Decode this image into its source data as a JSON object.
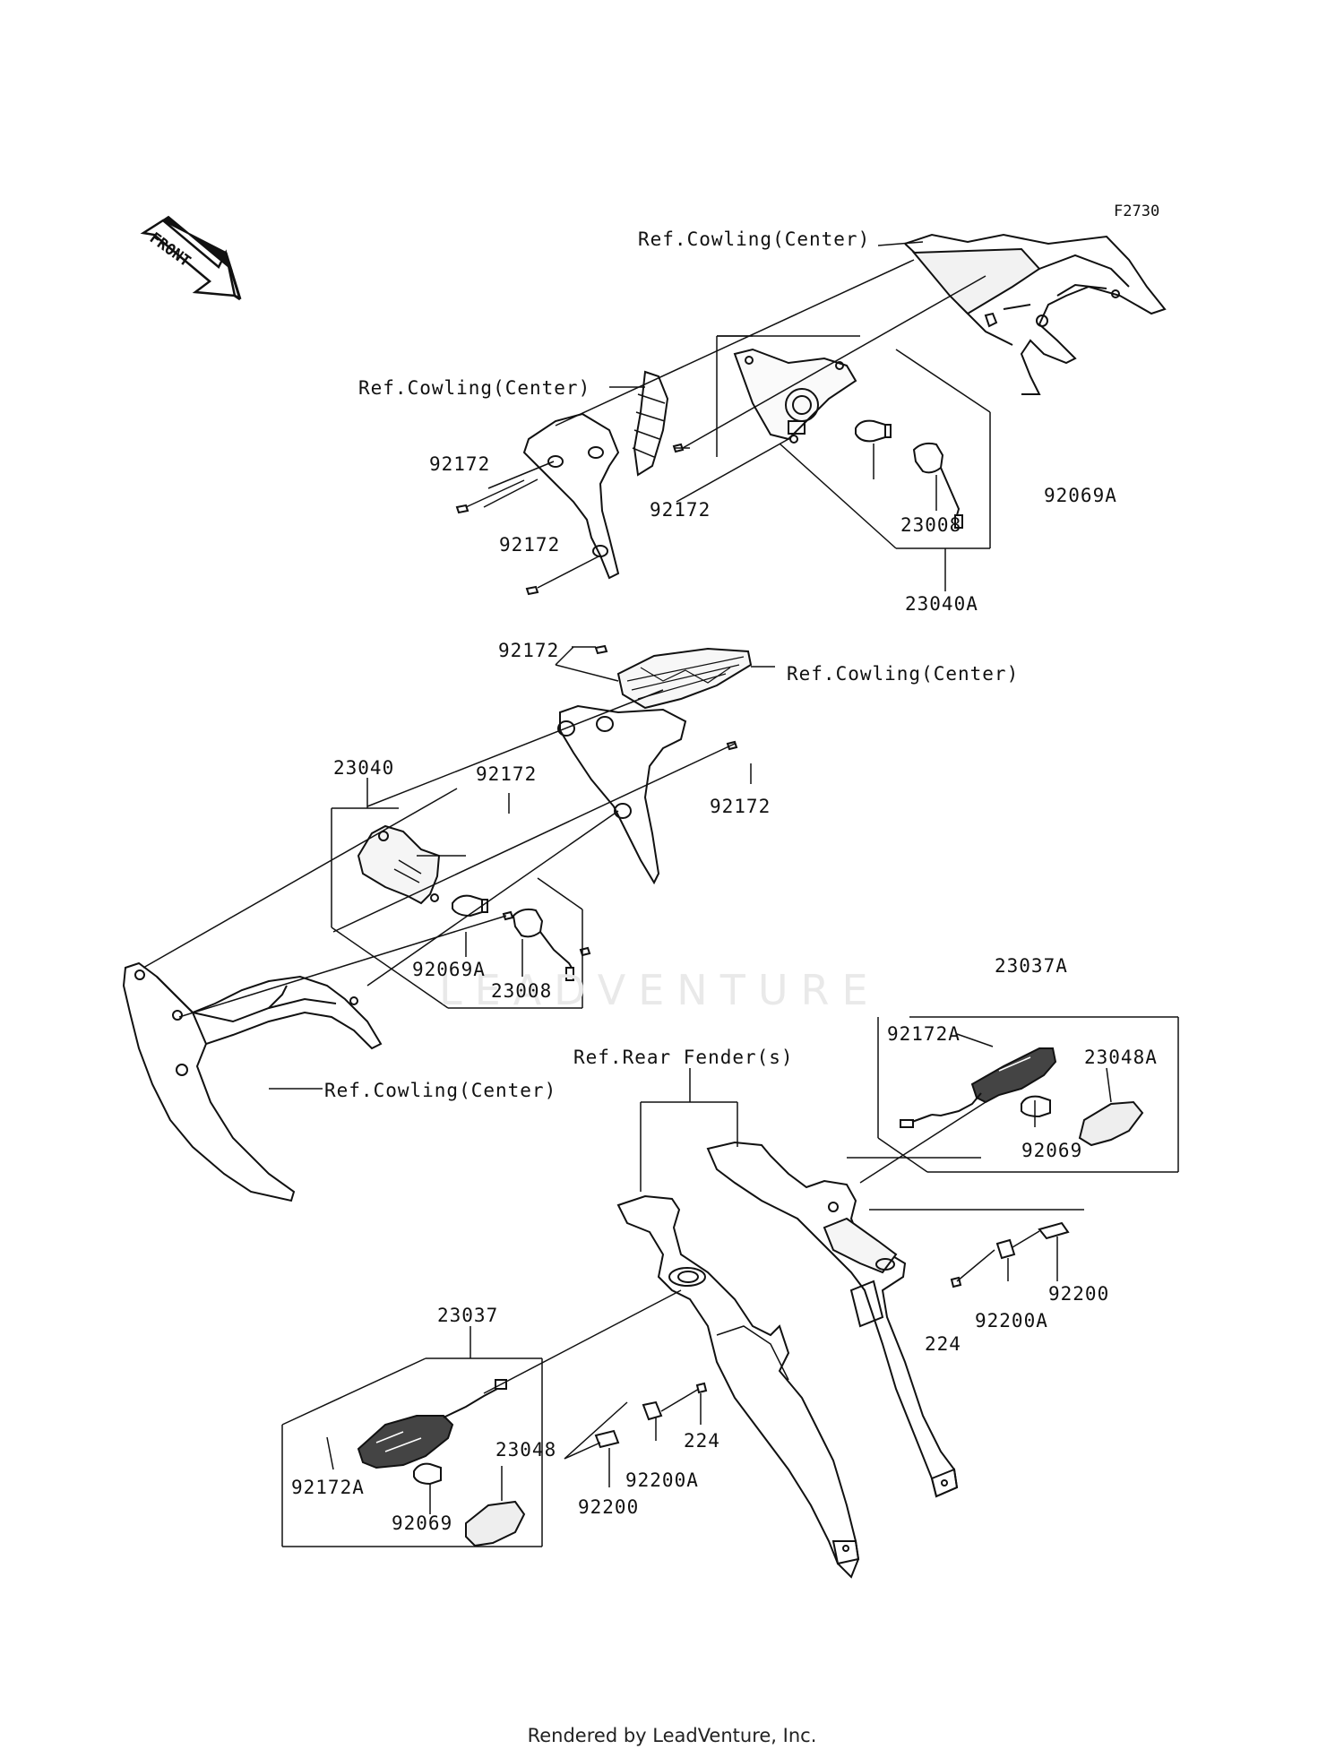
{
  "figure_code": "F2730",
  "front_label": "FRONT",
  "watermark": "LEADVENTURE",
  "footer": "Rendered by LeadVenture, Inc.",
  "parts": {
    "ref_cowling_center_1": "Ref.Cowling(Center)",
    "ref_cowling_center_2": "Ref.Cowling(Center)",
    "ref_cowling_center_3": "Ref.Cowling(Center)",
    "ref_cowling_center_4": "Ref.Cowling(Center)",
    "ref_rear_fender": "Ref.Rear Fender(s)",
    "p92172_a": "92172",
    "p92172_b": "92172",
    "p92172_c": "92172",
    "p92172_d": "92172",
    "p92172_e": "92172",
    "p92172_f": "92172",
    "p92069A_upper": "92069A",
    "p23008_upper": "23008",
    "p23040A": "23040A",
    "p23040": "23040",
    "p92069A_lower": "92069A",
    "p23008_lower": "23008",
    "p23037A": "23037A",
    "p92172A_right": "92172A",
    "p23048A": "23048A",
    "p92069_right": "92069",
    "p92200_right": "92200",
    "p92200A_right": "92200A",
    "p224_right": "224",
    "p23037": "23037",
    "p92172A_left": "92172A",
    "p23048": "23048",
    "p92069_left": "92069",
    "p224_mid": "224",
    "p92200A_mid": "92200A",
    "p92200_mid": "92200"
  }
}
